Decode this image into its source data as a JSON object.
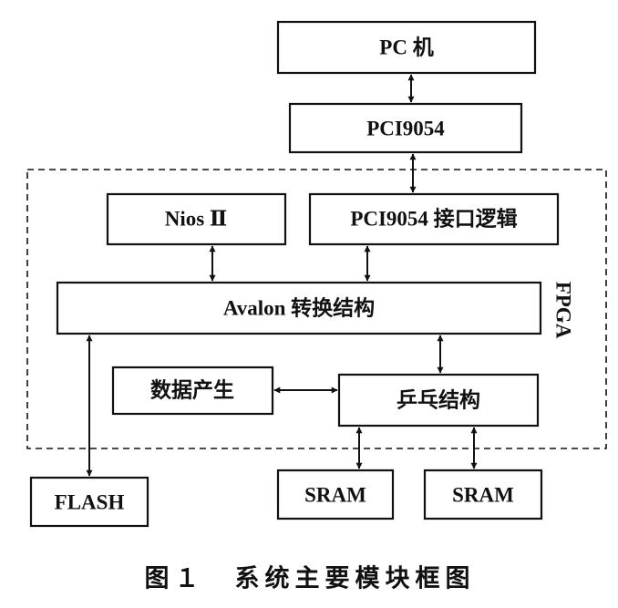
{
  "blocks": {
    "pc": "PC 机",
    "pci9054": "PCI9054",
    "nios": "Nios Ⅱ",
    "pci_logic": "PCI9054 接口逻辑",
    "avalon": "Avalon 转换结构",
    "data_gen": "数据产生",
    "pingpong": "乒乓结构",
    "flash": "FLASH",
    "sram_left": "SRAM",
    "sram_right": "SRAM"
  },
  "fpga_label": "FPGA",
  "caption": "图１　系统主要模块框图"
}
